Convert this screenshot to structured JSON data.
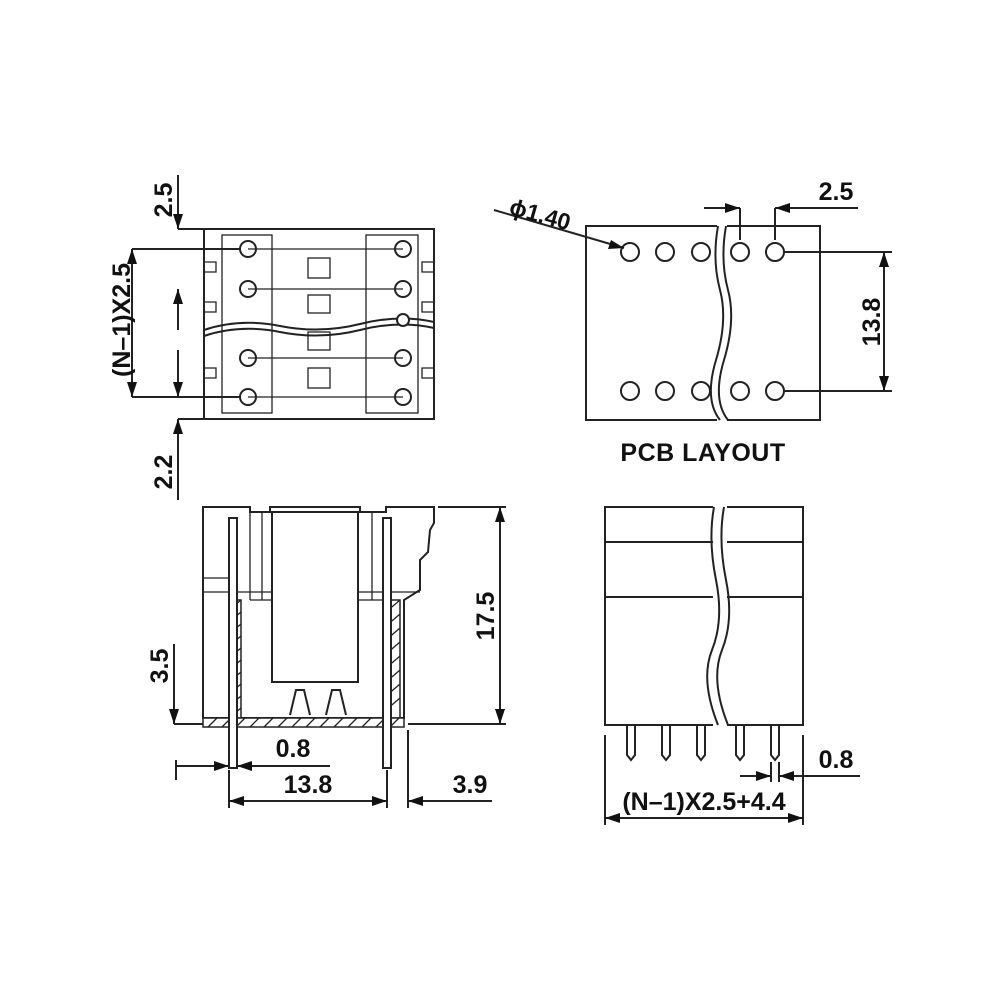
{
  "top_view": {
    "dim_top": "2.5",
    "dim_pitch": "(N–1)X2.5",
    "dim_bottom": "2.2"
  },
  "pcb_layout": {
    "title": "PCB LAYOUT",
    "dim_hole": "ɸ1.40",
    "dim_pitch": "2.5",
    "dim_row": "13.8"
  },
  "side_view": {
    "dim_height": "17.5",
    "dim_pin_len": "3.5",
    "dim_pin_w": "0.8",
    "dim_width": "13.8",
    "dim_offset": "3.9"
  },
  "front_view": {
    "dim_pin_w": "0.8",
    "dim_length": "(N–1)X2.5+4.4"
  }
}
